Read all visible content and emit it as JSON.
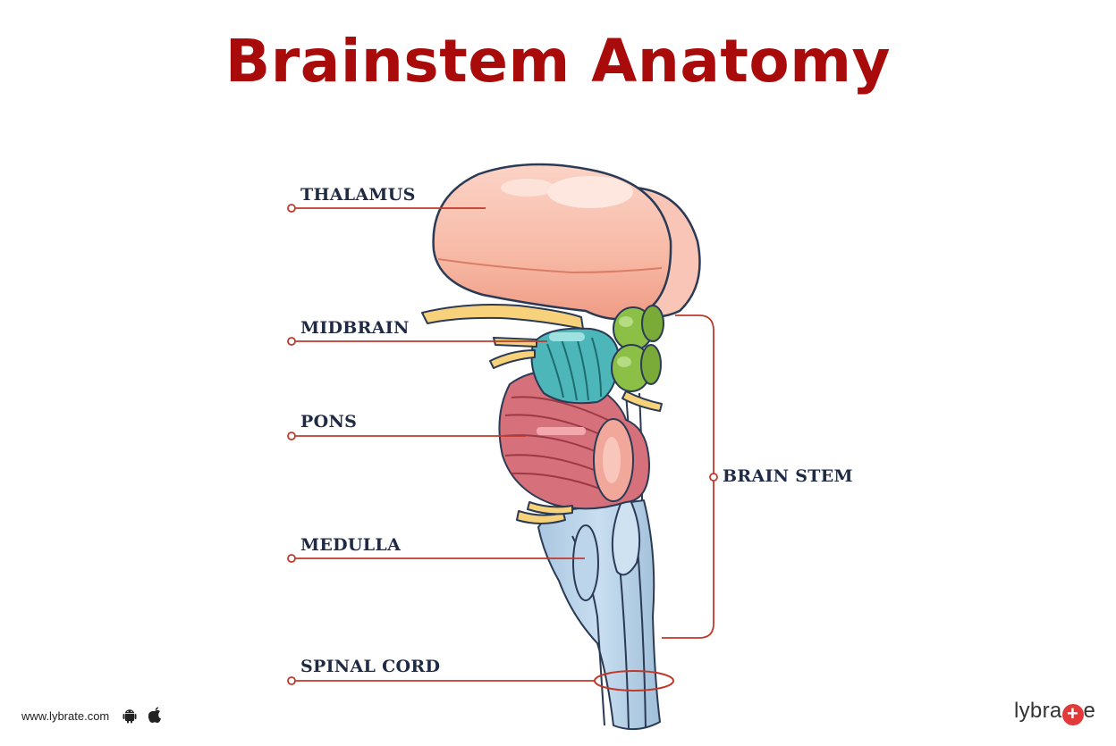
{
  "title": "Brainstem Anatomy",
  "labels": {
    "thalamus": "THALAMUS",
    "midbrain": "MIDBRAIN",
    "pons": "PONS",
    "medulla": "MEDULLA",
    "spinal_cord": "SPINAL CORD",
    "brain_stem": "BRAIN STEM"
  },
  "footer": {
    "url": "www.lybrate.com",
    "brand_prefix": "lybra",
    "brand_suffix": "e",
    "brand_plus": "+"
  },
  "colors": {
    "title": "#a90b0b",
    "leader_line": "#c0392b",
    "thalamus": "#f6b8a6",
    "midbrain": "#4db6b9",
    "pons": "#d9707a",
    "medulla": "#b8d3e8",
    "colliculi": "#8bbf45",
    "nerves": "#f7d27a"
  },
  "icons": [
    "android-icon",
    "apple-icon"
  ]
}
